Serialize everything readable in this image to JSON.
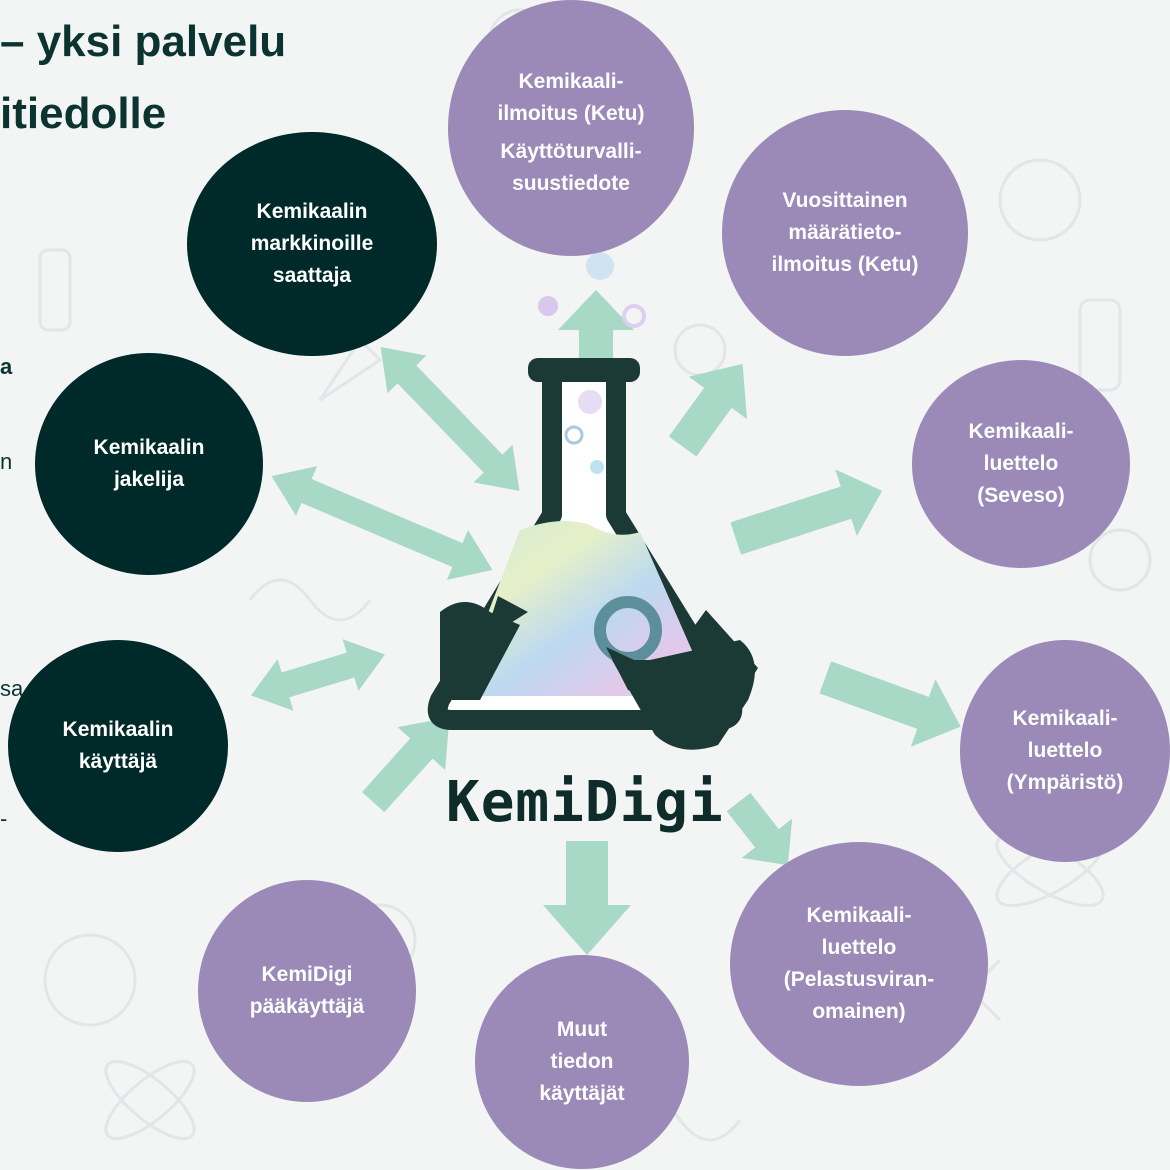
{
  "title": {
    "line1": "– yksi palvelu",
    "line2": "itiedolle"
  },
  "left_fragments": [
    "a",
    "n",
    "sa",
    "-"
  ],
  "center_logo": {
    "name": "KemiDigi",
    "icon": "flask-with-hands-icon"
  },
  "nodes": {
    "marketer": "Kemikaalin\nmarkkinoille\nsaattaja",
    "distributor": "Kemikaalin\njakelija",
    "user": "Kemikaalin\nkäyttäjä",
    "notification": "Kemikaali-\nilmoitus (Ketu)",
    "safety_sheet": "Käyttöturvalli-\nsuustiedote",
    "annual": "Vuosittainen\nmäärätieto-\nilmoitus (Ketu)",
    "seveso": "Kemikaali-\nluettelo\n(Seveso)",
    "environment": "Kemikaali-\nluettelo\n(Ympäristö)",
    "rescue": "Kemikaali-\nluettelo\n(Pelastusviran-\nomainen)",
    "other_users": "Muut\ntiedon\nkäyttäjät",
    "admin": "KemiDigi\npääkäyttäjä"
  },
  "colors": {
    "dark_node": "#002a2a",
    "purple_node": "#9b8ab7",
    "arrow": "#a8d8c6",
    "flask": "#1b3a35"
  }
}
